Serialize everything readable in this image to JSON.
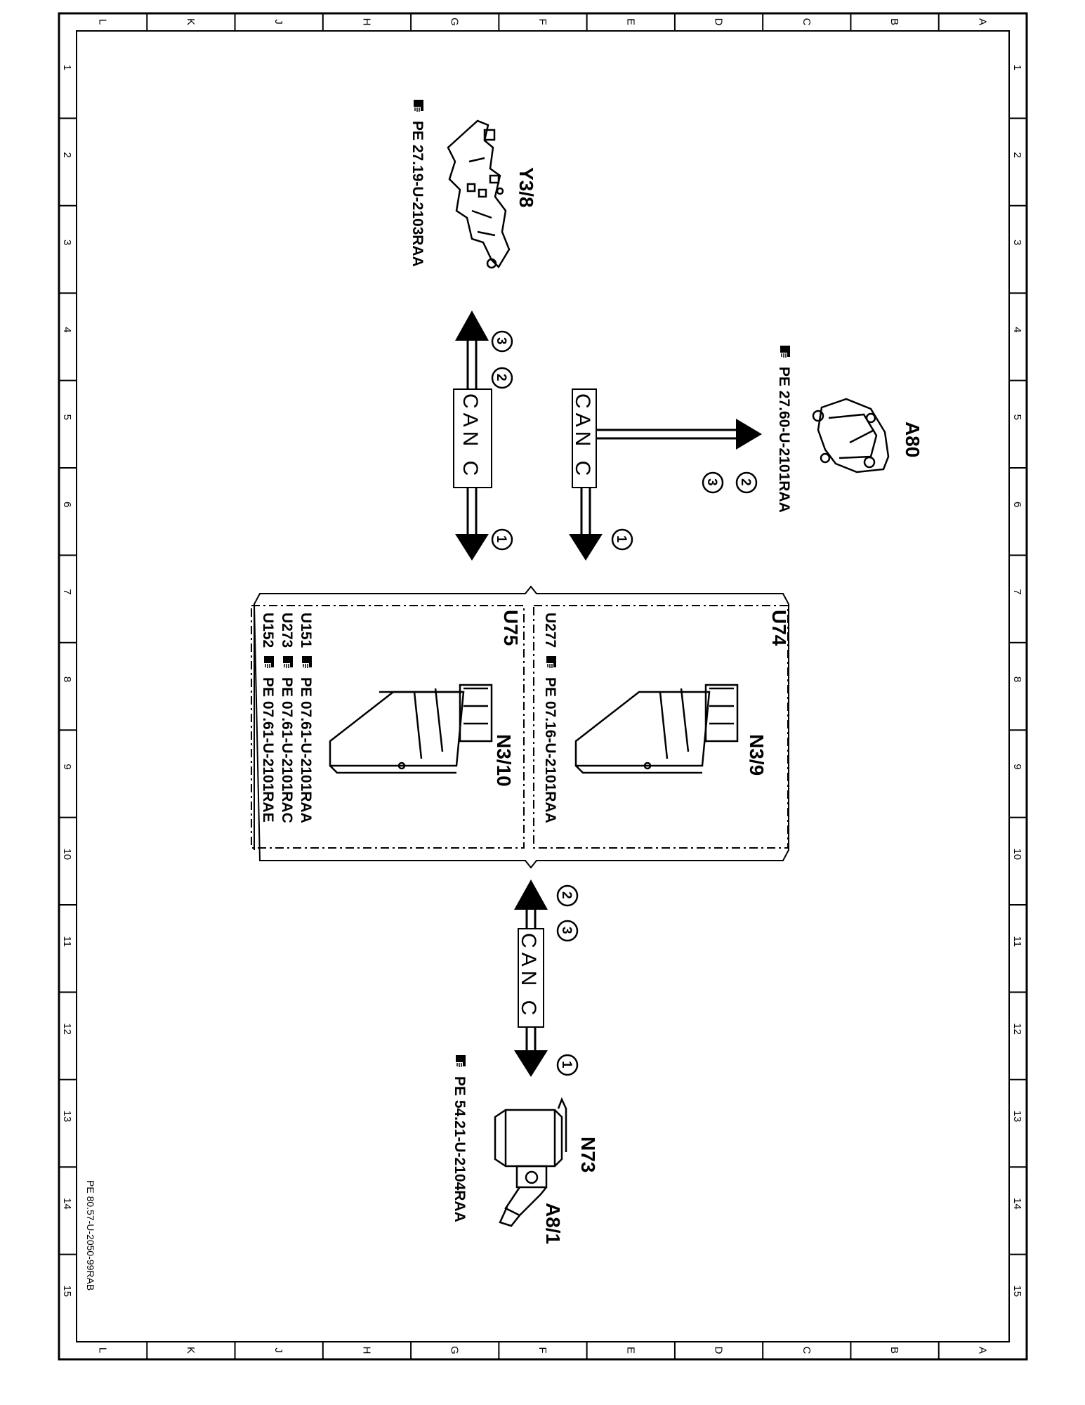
{
  "border": {
    "letters": [
      "L",
      "K",
      "J",
      "H",
      "G",
      "F",
      "E",
      "D",
      "C",
      "B",
      "A"
    ],
    "numbers": [
      "1",
      "2",
      "3",
      "4",
      "5",
      "6",
      "7",
      "8",
      "9",
      "10",
      "11",
      "12",
      "13",
      "14",
      "15"
    ]
  },
  "document_id": "PE 80.57-U-2050-99RAB",
  "components": {
    "y38": {
      "label": "Y3/8",
      "ref": "PE 27.19-U-2103RAA"
    },
    "a80": {
      "label": "A80",
      "ref": "PE 27.60-U-2101RAA"
    },
    "u74": {
      "label": "U74",
      "module": "N3/9",
      "refs": [
        {
          "code": "U277",
          "ref": "PE 07.16-U-2101RAA"
        }
      ]
    },
    "u75": {
      "label": "U75",
      "module": "N3/10",
      "refs": [
        {
          "code": "U151",
          "ref": "PE 07.61-U-2101RAA"
        },
        {
          "code": "U273",
          "ref": "PE 07.61-U-2101RAC"
        },
        {
          "code": "U152",
          "ref": "PE 07.61-U-2101RAE"
        }
      ]
    },
    "n73": {
      "label": "N73",
      "sub_label": "A8/1",
      "ref": "PE 54.21-U-2104RAA"
    }
  },
  "buses": {
    "can_label": "CAN C",
    "markers": [
      "1",
      "2",
      "3"
    ]
  },
  "colors": {
    "line": "#000000",
    "background": "#ffffff"
  },
  "icons": [
    "hand-pointer-icon",
    "circle-marker"
  ]
}
